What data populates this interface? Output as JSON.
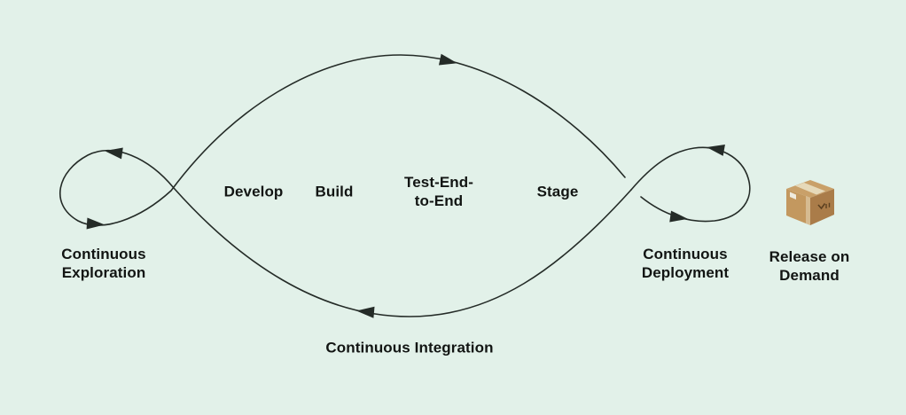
{
  "colors": {
    "bg": "#e2f1e9",
    "line": "#242b27",
    "ink": "#121513",
    "box_top": "#c9a069",
    "box_front": "#c3985f",
    "box_side": "#aa7c49",
    "box_tape": "#e6d9b9",
    "box_label": "#efebdf",
    "box_mark": "#5c4020"
  },
  "pipeline": {
    "exploration_loop": {
      "line1": "Continuous",
      "line2": "Exploration"
    },
    "stages": [
      {
        "id": "develop",
        "label": "Develop"
      },
      {
        "id": "build",
        "label": "Build"
      },
      {
        "id": "test_end_to_end",
        "label_line1": "Test-End-",
        "label_line2": "to-End"
      },
      {
        "id": "stage",
        "label": "Stage"
      }
    ],
    "deployment_loop": {
      "line1": "Continuous",
      "line2": "Deployment"
    },
    "integration_label": "Continuous Integration",
    "release": {
      "line1": "Release on",
      "line2": "Demand"
    }
  },
  "icons": {
    "package": "package-icon"
  }
}
